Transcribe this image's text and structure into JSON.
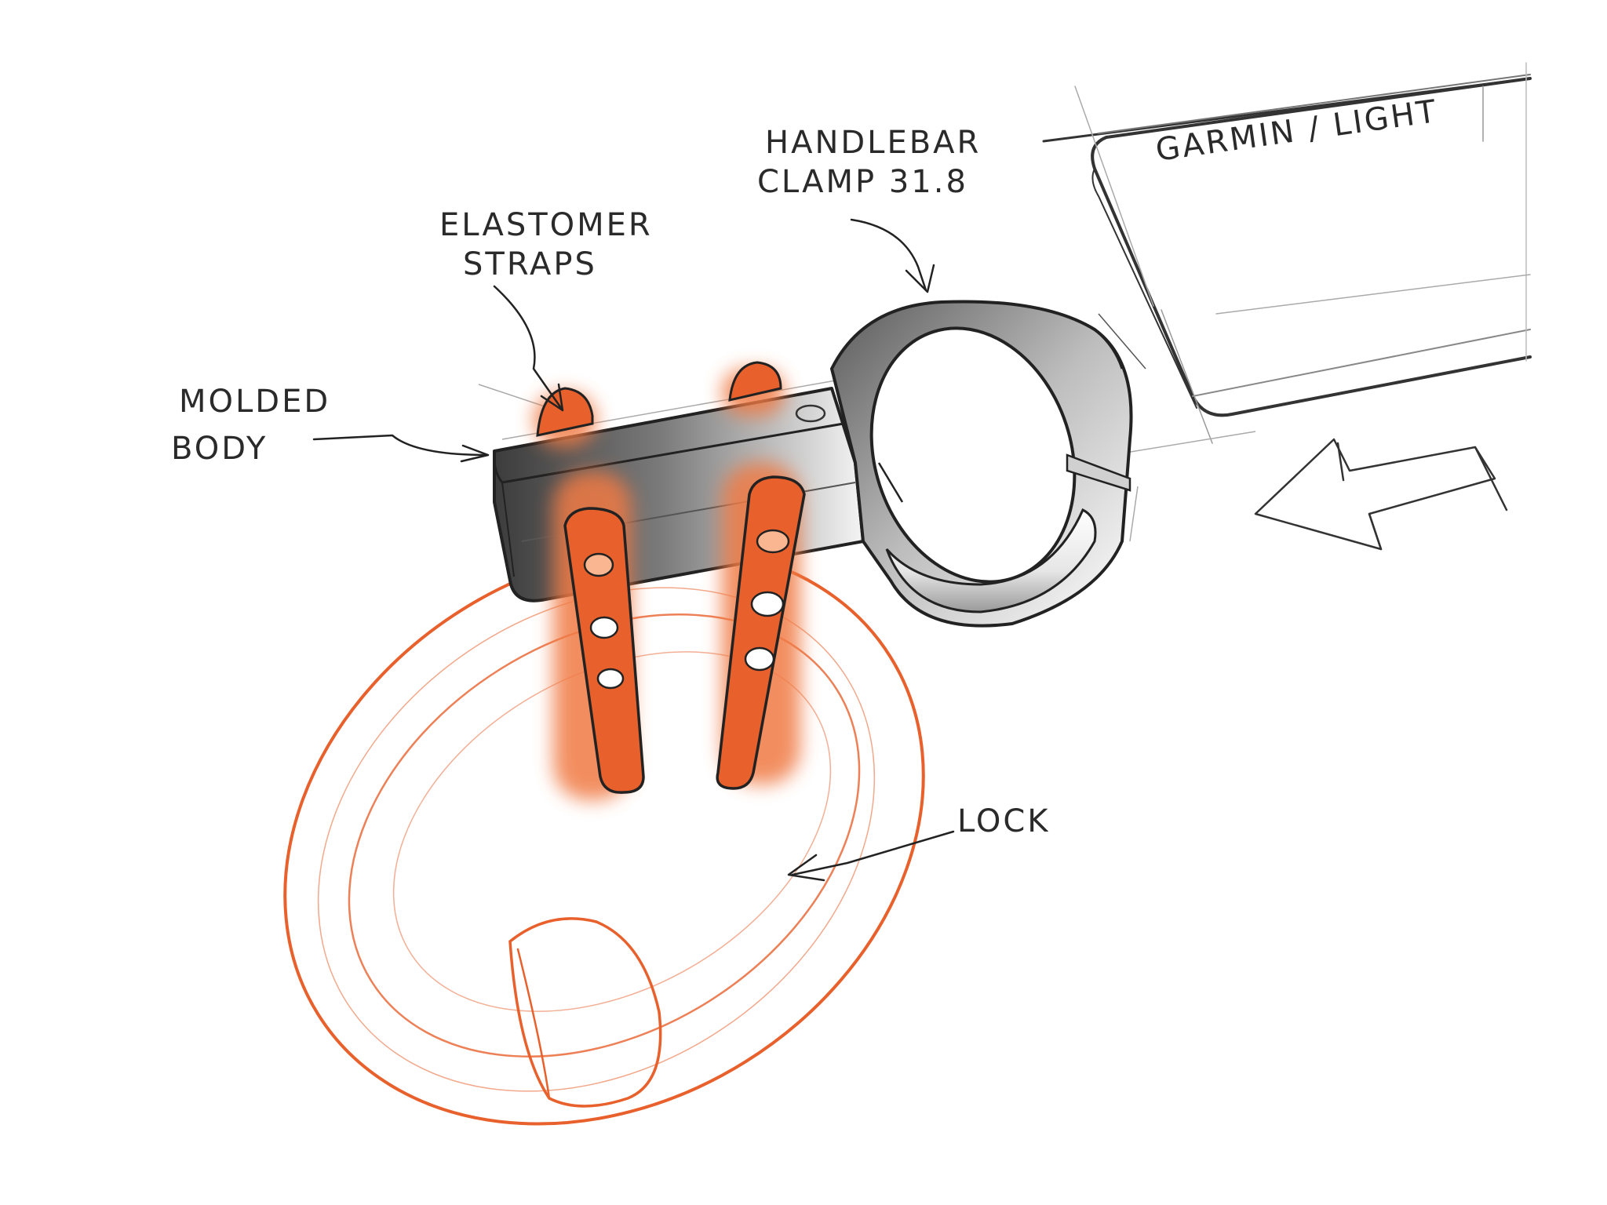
{
  "sketch": {
    "labels": {
      "handlebar_clamp_line1": "HANDLEBAR",
      "handlebar_clamp_line2": "CLAMP 31.8",
      "garmin_light": "GARMIN / LIGHT",
      "elastomer_straps_line1": "ELASTOMER",
      "elastomer_straps_line2": "STRAPS",
      "molded_body_line1": "MOLDED",
      "molded_body_line2": "BODY",
      "lock": "LOCK"
    },
    "colors": {
      "ink": "#2a2a2a",
      "orange": "#e8602c",
      "orange_glow": "#f07a45",
      "body_dark": "#4a4a4a",
      "body_light": "#f2f2f2"
    }
  }
}
